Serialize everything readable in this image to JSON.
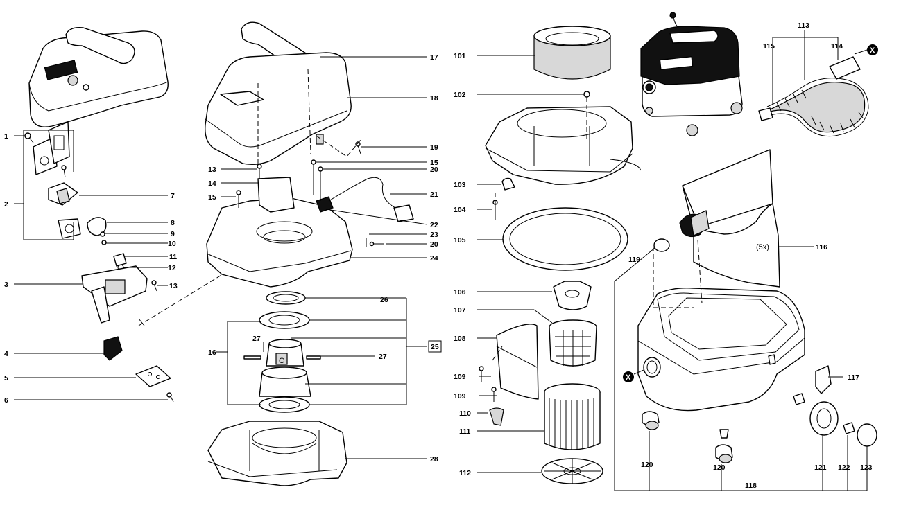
{
  "callouts": {
    "c1": "1",
    "c2": "2",
    "c3": "3",
    "c4": "4",
    "c5": "5",
    "c6": "6",
    "c7": "7",
    "c8": "8",
    "c9": "9",
    "c10": "10",
    "c11": "11",
    "c12": "12",
    "c13a": "13",
    "c13b": "13",
    "c14": "14",
    "c15a": "15",
    "c15b": "15",
    "c16": "16",
    "c17": "17",
    "c18": "18",
    "c19": "19",
    "c20a": "20",
    "c20b": "20",
    "c21": "21",
    "c22": "22",
    "c23": "23",
    "c24": "24",
    "c25": "25",
    "c26": "26",
    "c27a": "27",
    "c27b": "27",
    "c28": "28",
    "c101": "101",
    "c102": "102",
    "c103": "103",
    "c104": "104",
    "c105": "105",
    "c106": "106",
    "c107": "107",
    "c108": "108",
    "c109a": "109",
    "c109b": "109",
    "c110": "110",
    "c111": "111",
    "c112": "112",
    "c113": "113",
    "c114": "114",
    "c115": "115",
    "c116": "116",
    "c117": "117",
    "c118": "118",
    "c119": "119",
    "c120a": "120",
    "c120b": "120",
    "c121": "121",
    "c122": "122",
    "c123": "123"
  },
  "notes": {
    "quantity": "(5x)",
    "marker_x": "X",
    "motor_letter": "C"
  }
}
